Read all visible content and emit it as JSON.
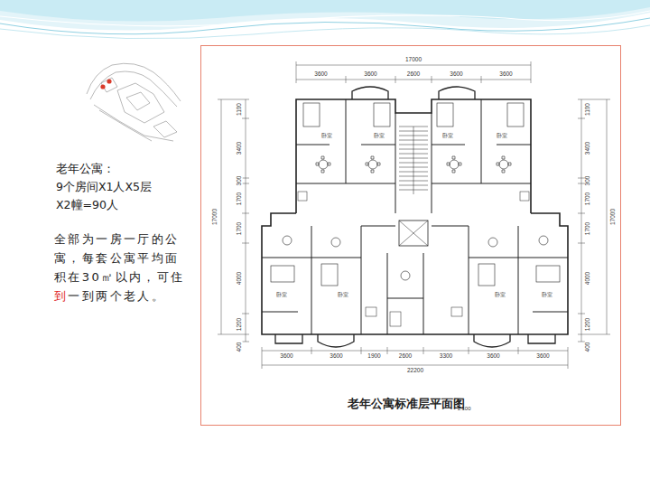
{
  "diagram": {
    "caption": "老年公寓标准层平面图",
    "labels": [
      "老年公寓：",
      "9个房间X1人X5层",
      "X2幢=90人",
      "全部为一房一厅的公寓，每套公寓平均面积在30㎡以内，可住",
      "到",
      "一到两个老人。",
      "17000",
      "3600",
      "3600",
      "2600",
      "3600",
      "3600",
      "3600",
      "3600",
      "1900",
      "2600",
      "3300",
      "3600",
      "3600",
      "22200",
      "1100",
      "3400",
      "300",
      "1700",
      "1700",
      "4000",
      "1200",
      "400",
      "17000",
      "1100",
      "3400",
      "300",
      "1700",
      "1700",
      "4000",
      "1200",
      "400",
      "17000",
      "1:100",
      "卧室",
      "卧室",
      "卧室",
      "卧室",
      "卧室",
      "卧室",
      "卧室",
      "卧室"
    ]
  }
}
